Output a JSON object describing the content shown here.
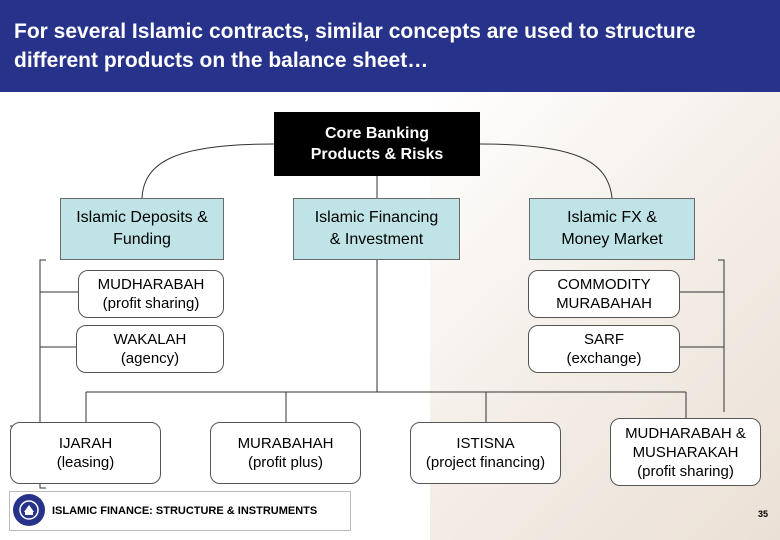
{
  "header": {
    "title": "For several Islamic contracts, similar concepts are used to structure different products on the balance sheet…"
  },
  "core": {
    "line1": "Core Banking",
    "line2": "Products & Risks"
  },
  "categories": [
    {
      "line1": "Islamic Deposits &",
      "line2": "Funding"
    },
    {
      "line1": "Islamic Financing",
      "line2": "& Investment"
    },
    {
      "line1": "Islamic FX &",
      "line2": "Money Market"
    }
  ],
  "left_items": [
    {
      "line1": "MUDHARABAH",
      "line2": "(profit sharing)"
    },
    {
      "line1": "WAKALAH",
      "line2": "(agency)"
    }
  ],
  "right_items": [
    {
      "line1": "COMMODITY",
      "line2": "MURABAHAH"
    },
    {
      "line1": "SARF",
      "line2": "(exchange)"
    }
  ],
  "bottom_items": [
    {
      "line1": "IJARAH",
      "line2": "(leasing)"
    },
    {
      "line1": "MURABAHAH",
      "line2": "(profit plus)"
    },
    {
      "line1": "ISTISNA",
      "line2": "(project financing)"
    },
    {
      "line1": "MUDHARABAH &",
      "line2": "MUSHARAKAH",
      "line3": "(profit sharing)"
    }
  ],
  "footer": {
    "text": "ISLAMIC FINANCE: STRUCTURE & INSTRUMENTS",
    "page": "35"
  },
  "colors": {
    "header_bg": "#27338a",
    "category_fill": "#bfe3e6",
    "core_fill": "#000000"
  }
}
